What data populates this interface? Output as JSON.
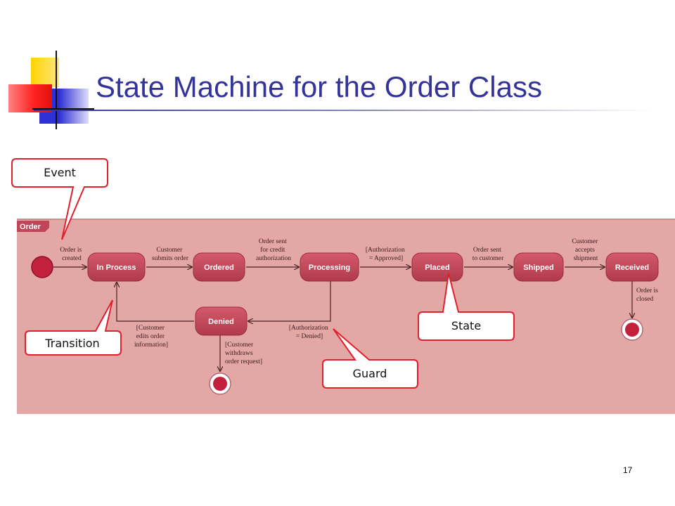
{
  "title": "State Machine for the Order Class",
  "page_number": "17",
  "frame_label": "Order",
  "colors": {
    "title": "#333399",
    "panel": "#e3a7a5",
    "state_fill": "#c04558",
    "callout_border": "#e0202a"
  },
  "states": {
    "in_process": "In Process",
    "ordered": "Ordered",
    "processing": "Processing",
    "placed": "Placed",
    "shipped": "Shipped",
    "received": "Received",
    "denied": "Denied"
  },
  "transitions": {
    "order_created": [
      "Order is",
      "created"
    ],
    "customer_submits": [
      "Customer",
      "submits order"
    ],
    "order_sent_credit": [
      "Order sent",
      "for credit",
      "authorization"
    ],
    "auth_approved": [
      "[Authorization",
      "= Approved]"
    ],
    "order_sent_customer": [
      "Order sent",
      "to customer"
    ],
    "customer_accepts": [
      "Customer",
      "accepts",
      "shipment"
    ],
    "order_closed": [
      "Order is",
      "closed"
    ],
    "auth_denied": [
      "[Authorization",
      "= Denied]"
    ],
    "customer_edits": [
      "[Customer",
      "edits order",
      "information]"
    ],
    "customer_withdraws": [
      "[Customer",
      "withdraws",
      "order request]"
    ]
  },
  "callouts": {
    "event": "Event",
    "transition": "Transition",
    "state": "State",
    "guard": "Guard"
  }
}
